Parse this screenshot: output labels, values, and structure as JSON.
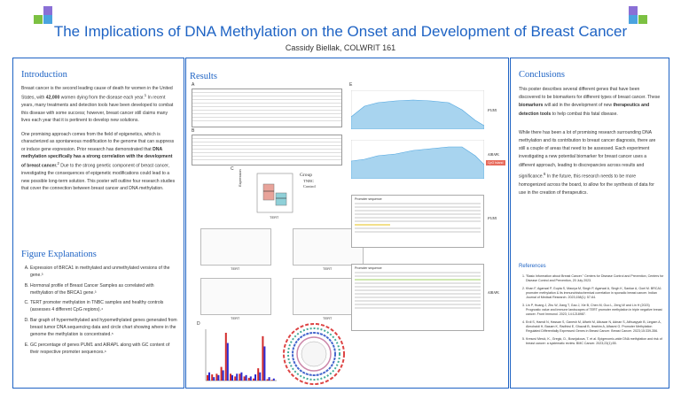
{
  "header": {
    "title": "The Implications of DNA Methylation on the Onset and Development of Breast Cancer",
    "author": "Cassidy Biellak, COLWRIT 161"
  },
  "colors": {
    "accent_blue": "#1e63c4",
    "accent_green": "#7cc142",
    "accent_purple": "#8a6fd6",
    "accent_light_blue": "#4aa3df"
  },
  "introduction": {
    "heading": "Introduction",
    "p1_a": "Breast cancer is the second leading cause of death for women in the United States, with ",
    "p1_bold": "42,000",
    "p1_b": " women dying from the disease each year.",
    "p1_sup": "1",
    "p1_c": " In recent years, many treatments and detection tools have been developed to combat this disease with some success; however, breast cancer still claims many lives each year that it is pertinent to develop new solutions.",
    "p2_a": "One promising approach comes from the field of epigenetics, which is characterized as spontaneous modification to the genome that can suppress or induce gene expression. Prior research has demonstrated that ",
    "p2_bold": "DNA methylation specifically has a strong correlation with the development of breast cancer.",
    "p2_sup": "2",
    "p2_b": " Due to the strong genetic component of breast cancer, investigating the consequences of epigenetic modifications could lead to a new possible long-term solution. This poster will outline four research studies that cover the connection between breast cancer and DNA methylation."
  },
  "figure_explanations": {
    "heading": "Figure Explanations",
    "items": [
      "Expression of BRCA1 in methylated and unmethylated versions of the gene.³",
      "Hormonal profile of Breast Cancer Samples as correlated with methylation of the BRCA1 gene.³",
      "TERT promoter methylation in TNBC samples and healthy controls (assesses 4 different CpG regions).⁴",
      "Bar graph of hypermethylated and hypomethylated genes generated from breast tumor DNA sequencing data and circle chart showing where in the genome the methylation is concentrated.⁵",
      "GC percentage of genes PUM1 and AIRAPL along with GC content of their respective promoter sequences.⁶"
    ]
  },
  "results": {
    "heading": "Results",
    "panel_labels": [
      "A",
      "B",
      "C",
      "D",
      "E"
    ],
    "plot_c_legend_title": "Group",
    "plot_c_legend_items": [
      "TNBC",
      "Control"
    ],
    "plot_c_xlabel": "TERT",
    "plot_c_ylabel": "Expression",
    "scatter_xlabel": "TERT",
    "gene_tags": [
      "PUM1",
      "AIRAPL",
      "PUM1",
      "AIRAPL"
    ],
    "cpg_island_label": "CpG Island",
    "seq_titles": [
      "Promoter sequence",
      "Promoter sequence"
    ]
  },
  "conclusions": {
    "heading": "Conclusions",
    "p1_a": "This poster describes several different genes that have been discovered to be biomarkers for different types of breast cancer. These ",
    "p1_bold1": "biomarkers",
    "p1_b": " will aid in the development of new ",
    "p1_bold2": "therapeutics and detection tools",
    "p1_c": " to help combat this fatal disease.",
    "p2_a": "While there has been a lot of promising research surrounding DNA methylation and its contribution to breast cancer diagnosis, there are still a couple of areas that need to be assessed. Each experiment investigating a new potential biomarker for breast cancer uses a different approach, leading to discrepancies across results and significance.",
    "p2_sup": "6",
    "p2_b": " In the future, this research needs to be more homogenized across the board, to allow for the synthesis of data for use in the creation of therapeutics.",
    "references_heading": "References",
    "references": [
      "\"Basic Information about Breast Cancer.\" Centers for Disease Control and Prevention, Centers for Disease Control and Prevention, 20 July 2023.",
      "Khan F, Agarwal P, Gupta S, Maurya M, Singh P, Agarwal A, Singh K, Sankar A, Goel M. BRCA1 promoter methylation & its immunohistochemical correlation in sporadic breast cancer. Indian Journal of Medical Research. 2023;158(1): 57-64.",
      "Lin P, Huang J, Zhu W, Jiang T, Gao J, Xie B, Chen M, Guo L, Zeng W and Lin H (2023) Prognostic value and immune landscapes of TERT promoter methylation in triple negative breast cancer. Front Immunol. 2023; 14:1218987.",
      "Erdi S, Hamdi N, Hassan S, Ganesh M, Alfarhi M, Alkuwar N, Adnan S, Althuayyah B, Lingam A, Almohaidi H, Basam K, Radhiwi E, Ghazali B, Ibrahim A, Alfasmi G. Promoter Methylation Regulated Differentially Expressed Genes in Breast Cancer. Breast Cancer. 2023;15:339-356.",
      "Kresovi Mesić, K., Gregic, D., Bosnjakova, T. et al. Epigenomic-wide DNA methylation and risk of breast cancer: a systematic review. BMC Cancer. 2023;23(1):55."
    ]
  },
  "chart_data": [
    {
      "type": "bar",
      "categories": [],
      "series": [
        {
          "color": "#d22b2b",
          "values": [
            8,
            9,
            10,
            20,
            70,
            10,
            6,
            10,
            6,
            4,
            3,
            18,
            65,
            2,
            1
          ]
        },
        {
          "color": "#2b2bd2",
          "values": [
            12,
            5,
            8,
            15,
            55,
            8,
            10,
            12,
            8,
            6,
            9,
            12,
            50,
            5,
            3
          ]
        }
      ],
      "title": "",
      "xlabel": "",
      "ylabel": ""
    }
  ]
}
